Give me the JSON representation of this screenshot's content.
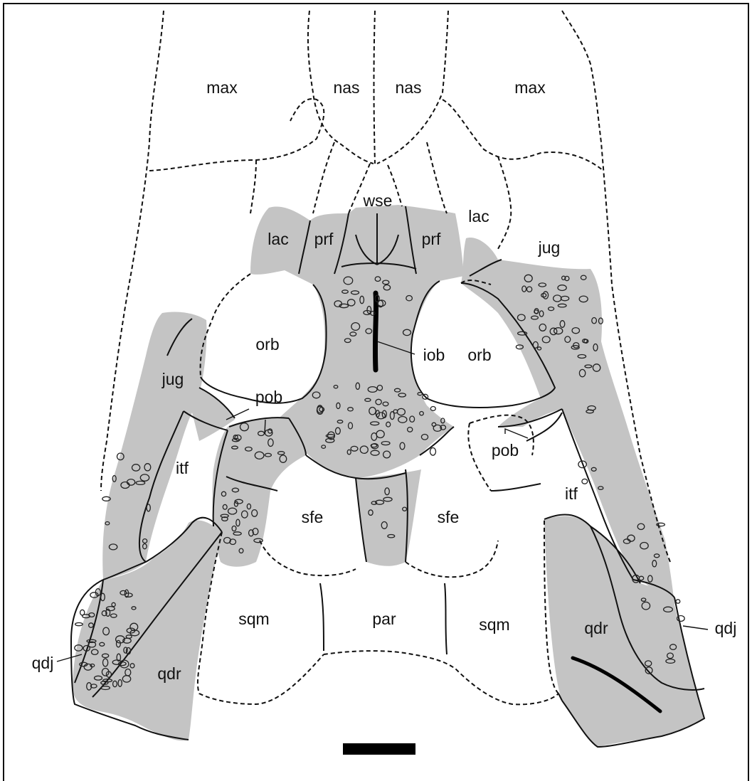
{
  "colors": {
    "bone": "#c4c4c4",
    "outline": "#111111",
    "background": "#ffffff",
    "scale_bar": "#000000"
  },
  "labels": {
    "max_left": "max",
    "max_right": "max",
    "nas_left": "nas",
    "nas_right": "nas",
    "wse": "wse",
    "lac_left": "lac",
    "lac_right": "lac",
    "prf_left": "prf",
    "prf_right": "prf",
    "jug_left": "jug",
    "jug_right": "jug",
    "orb_left": "orb",
    "orb_right": "orb",
    "iob": "iob",
    "pob_left": "pob",
    "pob_right": "pob",
    "itf_left": "itf",
    "itf_right": "itf",
    "sfe_left": "sfe",
    "sfe_right": "sfe",
    "sqm_left": "sqm",
    "sqm_right": "sqm",
    "par": "par",
    "qdj_left": "qdj",
    "qdj_right": "qdj",
    "qdr_left": "qdr",
    "qdr_right": "qdr"
  }
}
